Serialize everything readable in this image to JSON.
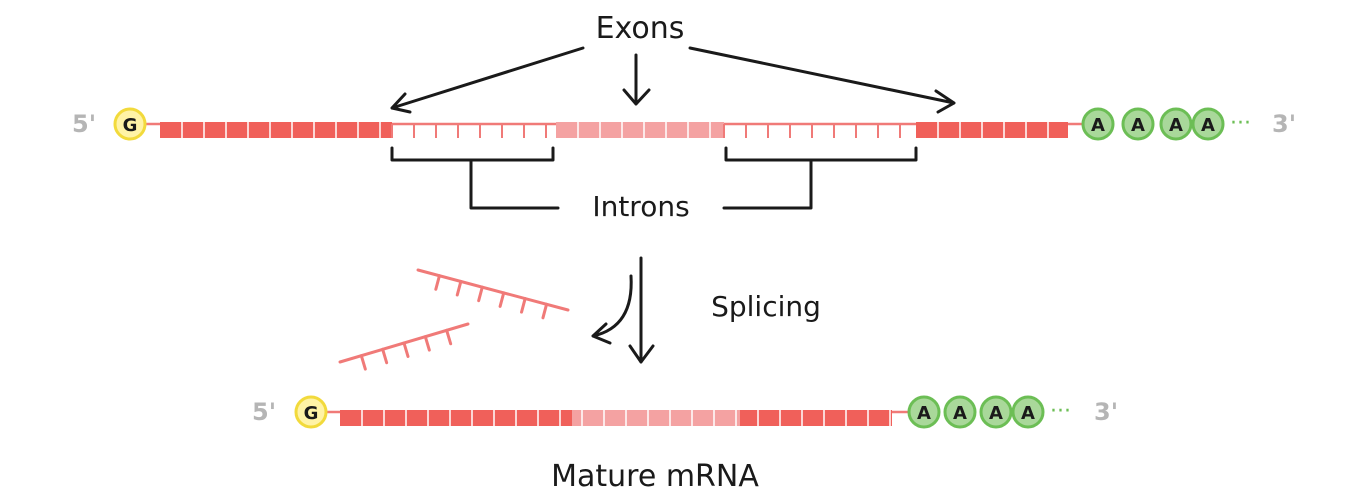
{
  "labels": {
    "exons": "Exons",
    "introns": "Introns",
    "splicing": "Splicing",
    "mature_mrna": "Mature mRNA"
  },
  "pre_mrna": {
    "five_prime": "5'",
    "three_prime": "3'",
    "cap": "G",
    "tail": [
      "A",
      "A",
      "A",
      "A"
    ],
    "tail_dots": "···"
  },
  "mature_mrna": {
    "five_prime": "5'",
    "three_prime": "3'",
    "cap": "G",
    "tail": [
      "A",
      "A",
      "A",
      "A"
    ],
    "tail_dots": "···"
  },
  "colors": {
    "exon_dark": "#f0605a",
    "exon_light": "#f4a2a2",
    "intron": "#f07a78",
    "cap_fill": "#fff3a6",
    "cap_stroke": "#f2da3c",
    "tail_fill": "#a9d89a",
    "tail_stroke": "#6cbe55",
    "arrow": "#1a1a1a",
    "end_label": "#b5b5b5"
  }
}
